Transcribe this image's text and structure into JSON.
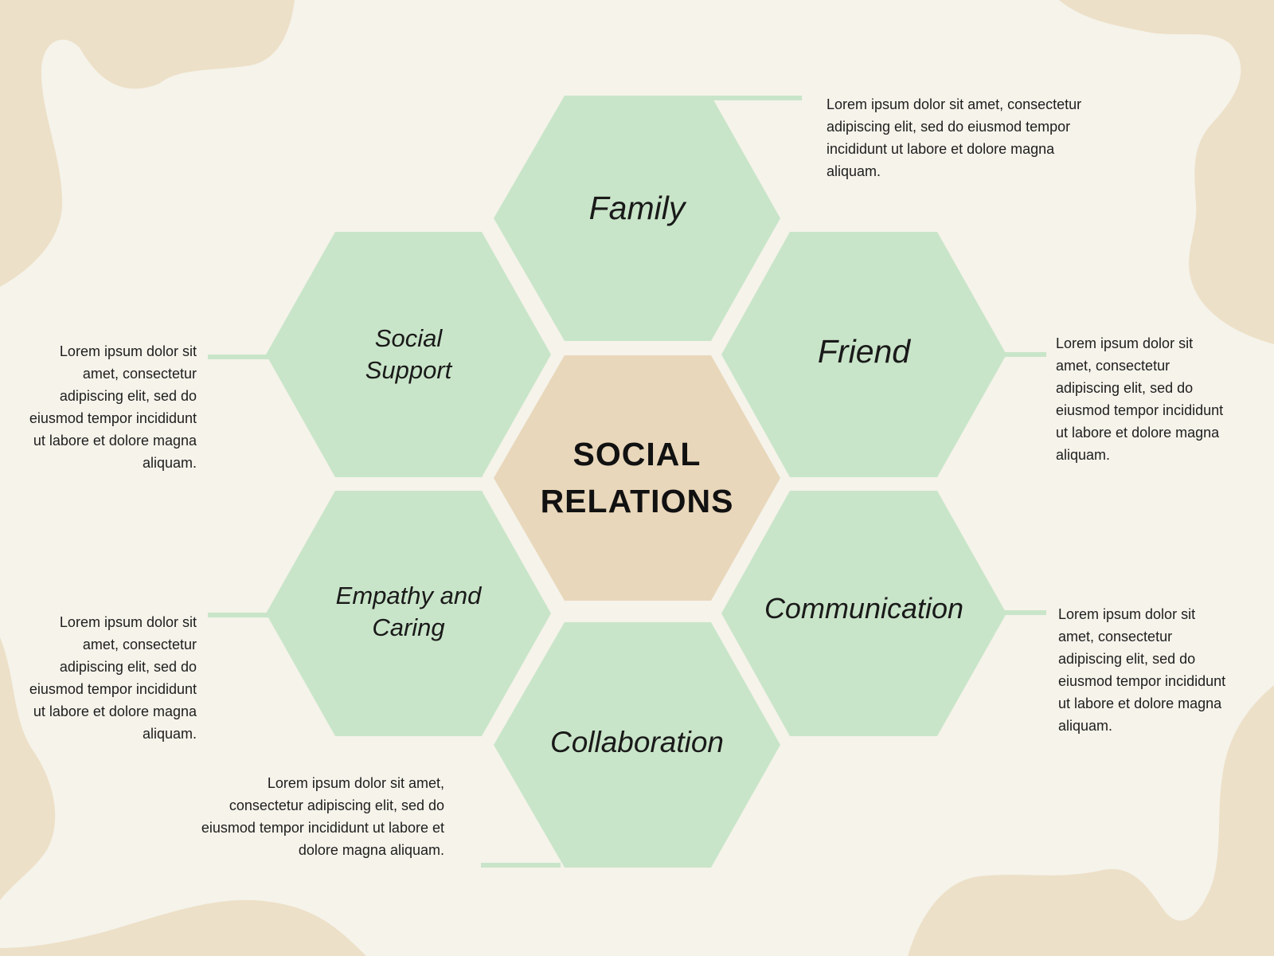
{
  "colors": {
    "background": "#f5f3ea",
    "blob": "#ede0c8",
    "hex_green": "#c9e5c9",
    "hex_center": "#e9d7bb",
    "connector": "#c9e5c9"
  },
  "center": {
    "line1": "SOCIAL",
    "line2": "RELATIONS"
  },
  "hexagons": {
    "family": "Family",
    "friend": "Friend",
    "social_support_1": "Social",
    "social_support_2": "Support",
    "empathy_1": "Empathy and",
    "empathy_2": "Caring",
    "communication": "Communication",
    "collaboration": "Collaboration"
  },
  "descriptions": {
    "family": "Lorem ipsum dolor sit amet, consectetur adipiscing elit, sed do eiusmod tempor incididunt ut labore et dolore magna aliquam.",
    "friend": "Lorem ipsum dolor sit amet, consectetur adipiscing elit, sed do eiusmod tempor incididunt ut labore et dolore magna aliquam.",
    "social_support": "Lorem ipsum dolor sit amet, consectetur adipiscing elit, sed do eiusmod tempor incididunt ut labore et dolore magna aliquam.",
    "empathy": "Lorem ipsum dolor sit amet, consectetur adipiscing elit, sed do eiusmod tempor incididunt ut labore et dolore magna aliquam.",
    "communication": "Lorem ipsum dolor sit amet, consectetur adipiscing elit, sed do eiusmod tempor incididunt ut labore et dolore magna aliquam.",
    "collaboration": "Lorem ipsum dolor sit amet, consectetur adipiscing elit, sed do eiusmod tempor incididunt ut labore et dolore magna aliquam."
  }
}
